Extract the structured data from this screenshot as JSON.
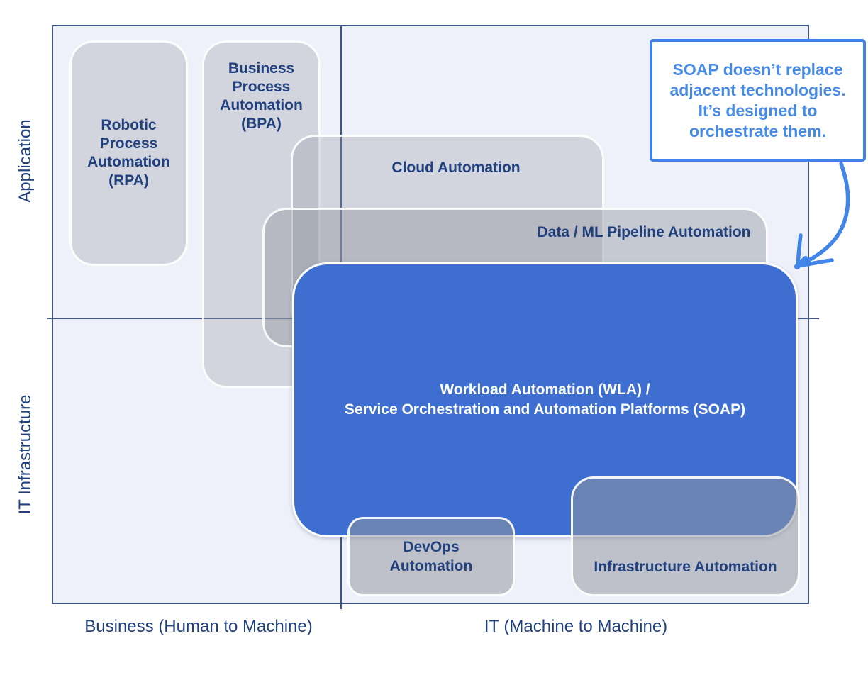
{
  "colors": {
    "accent_blue": "#3E6FD0",
    "callout_blue": "#478BE9",
    "callout_border_blue": "#3F82E6",
    "navy_text": "#21417E",
    "frame_line": "#3F5588",
    "quadrant_background": "#EEF1F9",
    "light_gray_box": "#D5D6D9",
    "mid_gray_box": "#CBCCCF",
    "dark_gray_box": "#C3C4C7"
  },
  "axes": {
    "y_top": "Application",
    "y_bottom": "IT Infrastructure",
    "x_left": "Business (Human to Machine)",
    "x_right": "IT (Machine to Machine)"
  },
  "boxes": {
    "rpa": {
      "lines": [
        "Robotic",
        "Process",
        "Automation",
        "(RPA)"
      ]
    },
    "bpa": {
      "lines": [
        "Business",
        "Process",
        "Automation",
        "(BPA)"
      ]
    },
    "cloud": {
      "label": "Cloud Automation"
    },
    "data_ml": {
      "label": "Data / ML Pipeline Automation"
    },
    "wla_soap": {
      "lines": [
        "Workload Automation (WLA) /",
        "Service Orchestration and Automation Platforms (SOAP)"
      ]
    },
    "devops": {
      "lines": [
        "DevOps",
        "Automation"
      ]
    },
    "infrastructure": {
      "label": "Infrastructure Automation"
    }
  },
  "callout": {
    "lines": [
      "SOAP doesn’t replace",
      "adjacent technologies.",
      "It’s designed to",
      "orchestrate them."
    ]
  }
}
